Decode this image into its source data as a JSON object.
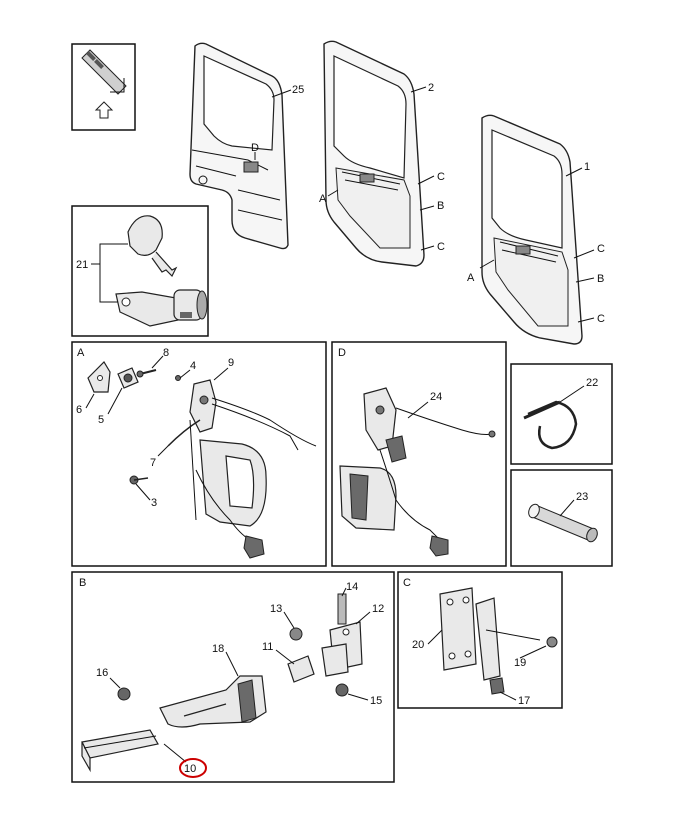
{
  "page": {
    "background": "#ffffff",
    "highlight_color": "#cc0000"
  },
  "panels": {
    "A": {
      "letter": "A"
    },
    "B": {
      "letter": "B"
    },
    "C": {
      "letter": "C"
    },
    "D": {
      "letter": "D"
    }
  },
  "doors": {
    "d25": {
      "number": "25",
      "section_mark": "D"
    },
    "d2": {
      "number": "2",
      "marks": [
        "A",
        "C",
        "B",
        "C"
      ]
    },
    "d1": {
      "number": "1",
      "marks": [
        "A",
        "C",
        "B",
        "C"
      ]
    }
  },
  "labels": {
    "l21": "21",
    "l22": "22",
    "l23": "23",
    "l24": "24",
    "l3": "3",
    "l4": "4",
    "l5": "5",
    "l6": "6",
    "l7": "7",
    "l8": "8",
    "l9": "9",
    "l10": "10",
    "l11": "11",
    "l12": "12",
    "l13": "13",
    "l14": "14",
    "l15": "15",
    "l16": "16",
    "l17": "17",
    "l18": "18",
    "l19": "19",
    "l20": "20"
  },
  "icons": {
    "orientation": "door-orientation-arrow-icon",
    "key": "key-icon",
    "lock_cylinder": "lock-cylinder-icon",
    "cable_tie": "cable-tie-icon",
    "pin": "pin-icon"
  }
}
